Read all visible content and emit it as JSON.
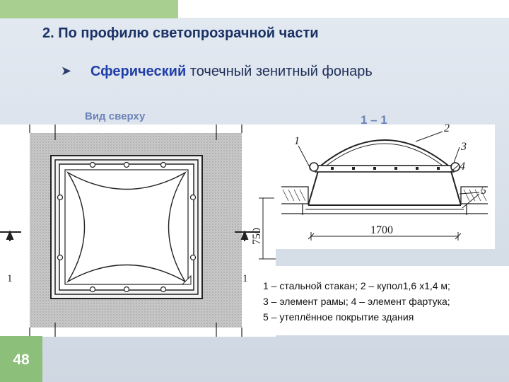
{
  "slide": {
    "title": "2. По профилю светопрозрачной части",
    "bullet_icon": "arrow-bullet-icon",
    "subtitle_bold": "Сферический",
    "subtitle_rest": " точечный зенитный фонарь",
    "page_number": "48"
  },
  "plan": {
    "label": "Вид сверху",
    "section_marks": [
      "1",
      "1"
    ]
  },
  "section": {
    "label": "1 – 1",
    "callouts": [
      "1",
      "2",
      "3",
      "4",
      "5"
    ],
    "dim_height": "750",
    "dim_width": "1700"
  },
  "legend": {
    "lines": [
      "1 – стальной стакан; 2 – купол1,6 х1,4 м;",
      "3 – элемент рамы; 4 – элемент фартука;",
      "5 – утеплённое покрытие здания"
    ]
  },
  "colors": {
    "accent_green": "#a8cf8f",
    "title_blue": "#1a3166",
    "label_blue": "#6b83b8"
  }
}
